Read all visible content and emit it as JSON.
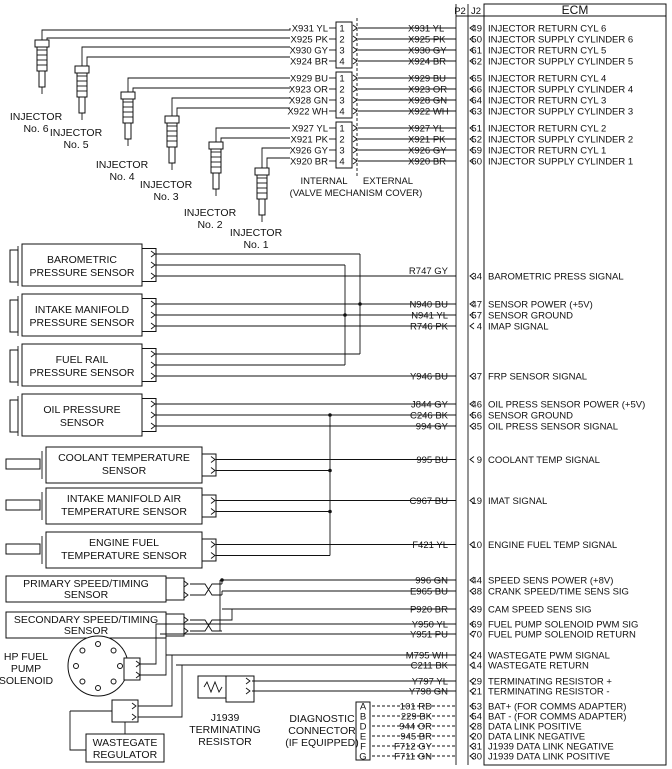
{
  "header": {
    "p2": "P2",
    "j2": "J2",
    "ecm": "ECM"
  },
  "injector_wires": [
    {
      "w": "X931 YL",
      "pin": "1",
      "ecm_pin": "49",
      "fn": "INJECTOR RETURN CYL 6"
    },
    {
      "w": "X925 PK",
      "pin": "2",
      "ecm_pin": "50",
      "fn": "INJECTOR SUPPLY CYLINDER 6"
    },
    {
      "w": "X930 GY",
      "pin": "3",
      "ecm_pin": "61",
      "fn": "INJECTOR RETURN CYL 5"
    },
    {
      "w": "X924 BR",
      "pin": "4",
      "ecm_pin": "62",
      "fn": "INJECTOR SUPPLY CYLINDER 5"
    },
    {
      "w": "X929 BU",
      "pin": "1",
      "ecm_pin": "65",
      "fn": "INJECTOR RETURN CYL 4"
    },
    {
      "w": "X923 OR",
      "pin": "2",
      "ecm_pin": "66",
      "fn": "INJECTOR SUPPLY CYLINDER 4"
    },
    {
      "w": "X928 GN",
      "pin": "3",
      "ecm_pin": "64",
      "fn": "INJECTOR RETURN CYL 3"
    },
    {
      "w": "X922 WH",
      "pin": "4",
      "ecm_pin": "63",
      "fn": "INJECTOR SUPPLY CYLINDER 3"
    },
    {
      "w": "X927 YL",
      "pin": "1",
      "ecm_pin": "51",
      "fn": "INJECTOR RETURN CYL 2"
    },
    {
      "w": "X921 PK",
      "pin": "2",
      "ecm_pin": "52",
      "fn": "INJECTOR SUPPLY CYLINDER 2"
    },
    {
      "w": "X926 GY",
      "pin": "3",
      "ecm_pin": "59",
      "fn": "INJECTOR RETURN CYL 1"
    },
    {
      "w": "X920 BR",
      "pin": "4",
      "ecm_pin": "60",
      "fn": "INJECTOR SUPPLY CYLINDER 1"
    }
  ],
  "injectors": [
    {
      "l1": "INJECTOR",
      "l2": "No. 6"
    },
    {
      "l1": "INJECTOR",
      "l2": "No. 5"
    },
    {
      "l1": "INJECTOR",
      "l2": "No. 4"
    },
    {
      "l1": "INJECTOR",
      "l2": "No. 3"
    },
    {
      "l1": "INJECTOR",
      "l2": "No. 2"
    },
    {
      "l1": "INJECTOR",
      "l2": "No. 1"
    }
  ],
  "valve_cover": {
    "internal": "INTERNAL",
    "external": "EXTERNAL",
    "note": "(VALVE MECHANISM COVER)"
  },
  "components": {
    "baro": {
      "l1": "BAROMETRIC",
      "l2": "PRESSURE SENSOR"
    },
    "imap": {
      "l1": "INTAKE MANIFOLD",
      "l2": "PRESSURE SENSOR"
    },
    "frp": {
      "l1": "FUEL RAIL",
      "l2": "PRESSURE SENSOR"
    },
    "oil": {
      "l1": "OIL PRESSURE",
      "l2": "SENSOR"
    },
    "coolant": {
      "l1": "COOLANT TEMPERATURE",
      "l2": "SENSOR"
    },
    "imat": {
      "l1": "INTAKE MANIFOLD AIR",
      "l2": "TEMPERATURE SENSOR"
    },
    "fuel_temp": {
      "l1": "ENGINE FUEL",
      "l2": "TEMPERATURE SENSOR"
    },
    "primary_speed": {
      "l1": "PRIMARY SPEED/TIMING",
      "l2": "SENSOR"
    },
    "secondary_speed": {
      "l1": "SECONDARY SPEED/TIMING",
      "l2": "SENSOR"
    },
    "pump": {
      "l1": "HP FUEL",
      "l2": "PUMP",
      "l3": "SOLENOID"
    },
    "j1939": {
      "l1": "J1939",
      "l2": "TERMINATING",
      "l3": "RESISTOR"
    },
    "diag": {
      "l1": "DIAGNOSTIC",
      "l2": "CONNECTOR",
      "l3": "(IF EQUIPPED)"
    },
    "wastegate": {
      "l1": "WASTEGATE",
      "l2": "REGULATOR"
    }
  },
  "circuits": [
    {
      "w": "R747 GY",
      "ecm_pin": "34",
      "fn": "BAROMETRIC PRESS SIGNAL"
    },
    {
      "w": "N940 BU",
      "ecm_pin": "47",
      "fn": "SENSOR POWER (+5V)"
    },
    {
      "w": "N941 YL",
      "ecm_pin": "57",
      "fn": "SENSOR GROUND"
    },
    {
      "w": "R746 PK",
      "ecm_pin": "4",
      "fn": "IMAP SIGNAL"
    },
    {
      "w": "Y946 BU",
      "ecm_pin": "37",
      "fn": "FRP SENSOR SIGNAL"
    },
    {
      "w": "J844 GY",
      "ecm_pin": "46",
      "fn": "OIL PRESS SENSOR POWER (+5V)"
    },
    {
      "w": "C246 BK",
      "ecm_pin": "56",
      "fn": "SENSOR GROUND"
    },
    {
      "w": "994 GY",
      "ecm_pin": "35",
      "fn": "OIL PRESS SENSOR SIGNAL"
    },
    {
      "w": "995 BU",
      "ecm_pin": "9",
      "fn": "COOLANT TEMP SIGNAL"
    },
    {
      "w": "C967 BU",
      "ecm_pin": "19",
      "fn": "IMAT SIGNAL"
    },
    {
      "w": "F421 YL",
      "ecm_pin": "10",
      "fn": "ENGINE FUEL TEMP SIGNAL"
    },
    {
      "w": "996 GN",
      "ecm_pin": "44",
      "fn": "SPEED SENS POWER (+8V)"
    },
    {
      "w": "E965 BU",
      "ecm_pin": "38",
      "fn": "CRANK SPEED/TIME SENS SIG"
    },
    {
      "w": "P920 BR",
      "ecm_pin": "39",
      "fn": "CAM SPEED SENS SIG"
    },
    {
      "w": "Y950 YL",
      "ecm_pin": "69",
      "fn": "FUEL PUMP SOLENOID PWM SIG"
    },
    {
      "w": "Y951 PU",
      "ecm_pin": "70",
      "fn": "FUEL PUMP SOLENOID RETURN"
    },
    {
      "w": "M795 WH",
      "ecm_pin": "24",
      "fn": "WASTEGATE PWM SIGNAL"
    },
    {
      "w": "C211 BK",
      "ecm_pin": "14",
      "fn": "WASTEGATE RETURN"
    },
    {
      "w": "Y797 YL",
      "ecm_pin": "29",
      "fn": "TERMINATING RESISTOR +"
    },
    {
      "w": "Y798 GN",
      "ecm_pin": "21",
      "fn": "TERMINATING RESISTOR -"
    }
  ],
  "diag_wires": [
    {
      "pin": "A",
      "w": "101 RD",
      "ecm_pin": "53",
      "fn": "BAT+ (FOR COMMS ADAPTER)"
    },
    {
      "pin": "B",
      "w": "229 BK",
      "ecm_pin": "54",
      "fn": "BAT - (FOR COMMS ADAPTER)"
    },
    {
      "pin": "D",
      "w": "944 OR",
      "ecm_pin": "28",
      "fn": "DATA LINK POSITIVE"
    },
    {
      "pin": "E",
      "w": "945 BR",
      "ecm_pin": "20",
      "fn": "DATA LINK NEGATIVE"
    },
    {
      "pin": "F",
      "w": "F712 GY",
      "ecm_pin": "31",
      "fn": "J1939 DATA LINK NEGATIVE"
    },
    {
      "pin": "G",
      "w": "F711 GN",
      "ecm_pin": "30",
      "fn": "J1939 DATA LINK POSITIVE"
    }
  ]
}
